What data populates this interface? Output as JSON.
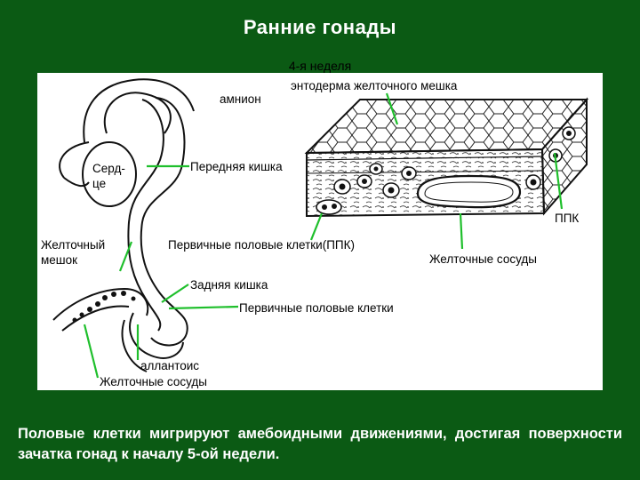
{
  "title": "Ранние гонады",
  "week": "4-я неделя",
  "labels": {
    "amnion": "амнион",
    "yolk_endoderm": "энтодерма желточного мешка",
    "heart_1": "Серд-",
    "heart_2": "це",
    "foregut": "Передняя кишка",
    "ppk": "ППК",
    "yolk_sac_1": "Желточный",
    "yolk_sac_2": "мешок",
    "pgc_ppk": "Первичные половые клетки(ППК)",
    "yolk_vessels_right": "Желточные сосуды",
    "hindgut": "Задняя кишка",
    "pgc": "Первичные половые клетки",
    "allantois": "аллантоис",
    "yolk_vessels_bottom": "Желточные сосуды"
  },
  "caption": "Половые клетки мигрируют амебоидными движениями, достигая поверхности зачатка гонад к началу 5-ой недели.",
  "colors": {
    "background": "#0b5a14",
    "leader": "#1fbf2c",
    "panel": "#ffffff"
  }
}
